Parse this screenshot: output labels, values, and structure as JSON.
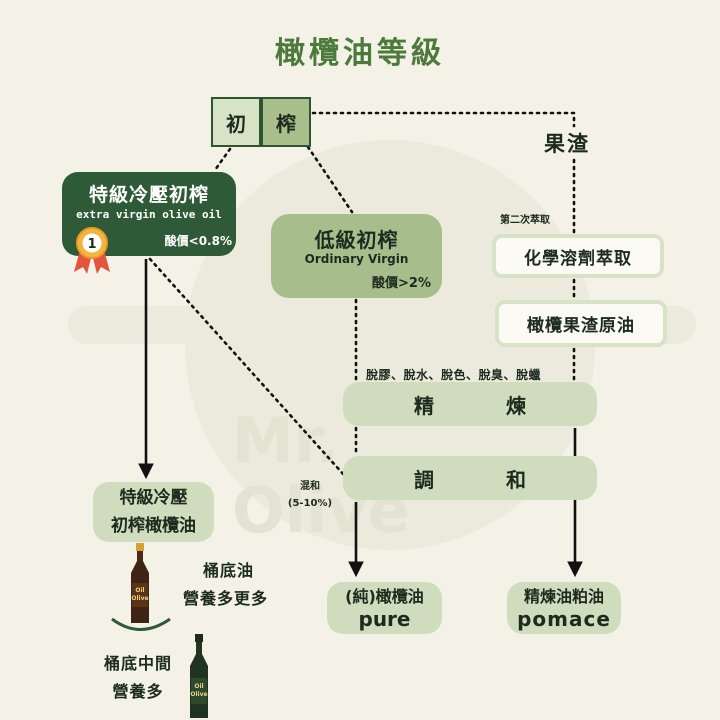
{
  "title": "橄欖油等級",
  "first_press": {
    "left": "初",
    "right": "榨"
  },
  "pomace_label": "果渣",
  "extra_virgin": {
    "title": "特級冷壓初榨",
    "subtitle": "extra virgin olive oil",
    "acidity": "酸價<0.8%",
    "medal_number": "1"
  },
  "ordinary_virgin": {
    "title": "低級初榨",
    "subtitle": "Ordinary Virgin",
    "acidity": "酸價>2%"
  },
  "second_extraction": "第二次萃取",
  "chemical_extraction": "化學溶劑萃取",
  "pomace_crude": "橄欖果渣原油",
  "removal_steps": "脫膠、脫水、脫色、脫臭、脫蠟",
  "refining": {
    "left": "精",
    "right": "煉"
  },
  "blending": {
    "left": "調",
    "right": "和"
  },
  "mix_note": {
    "label": "混和",
    "ratio": "(5-10%)"
  },
  "outputs": {
    "evoo": {
      "line1": "特級冷壓",
      "line2": "初榨橄欖油"
    },
    "pure": {
      "zh": "(純)橄欖油",
      "en": "pure"
    },
    "pomace": {
      "zh": "精煉油粕油",
      "en": "pomace"
    }
  },
  "bottle_label": {
    "line1": "Oil",
    "line2": "Olive"
  },
  "bottom_note": {
    "line1": "桶底油",
    "line2": "營養多更多"
  },
  "middle_note": {
    "line1": "桶底中間",
    "line2": "營養多"
  },
  "watermark": {
    "line1": "Mr.",
    "line2": "Olive"
  },
  "colors": {
    "background": "#f4f2e6",
    "dark_green": "#2f5a37",
    "mid_green": "#a7be8c",
    "light_green": "#cfdcbd",
    "title_green": "#4c7a3c",
    "medal_gold": "#f3b53f",
    "ribbon_red": "#e2553c"
  }
}
